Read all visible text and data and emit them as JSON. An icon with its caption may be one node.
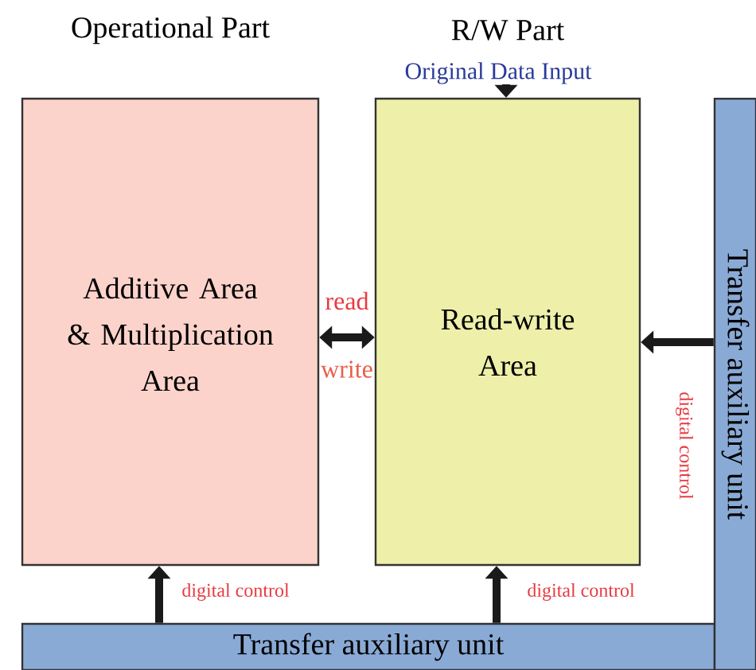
{
  "diagram": {
    "nodes": [
      {
        "text": [
          "Operational Part",
          "Additive Area & Multiplication Area"
        ]
      },
      {
        "text": [
          "R/W Part",
          "Read-write Area"
        ]
      },
      {
        "text": [
          "Transfer auxiliary unit"
        ]
      },
      {
        "text": [
          "Transfer auxiliary unit"
        ]
      },
      {
        "text": [
          "Original Data Input"
        ]
      }
    ],
    "edges": [
      {
        "from": 0,
        "to": 1,
        "arrow": "both",
        "label": "read"
      },
      {
        "from": 4,
        "to": 1,
        "arrow": "to"
      },
      {
        "from": 2,
        "to": 0,
        "arrow": "to",
        "label": "digital control"
      },
      {
        "from": 2,
        "to": 1,
        "arrow": "to",
        "label": "digital control"
      },
      {
        "from": 3,
        "to": 1,
        "arrow": "to",
        "label": "digital control"
      }
    ],
    "labels": [
      "write"
    ]
  }
}
